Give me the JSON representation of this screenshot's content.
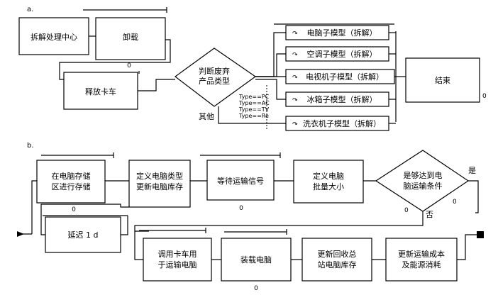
{
  "panel_a": {
    "label": "a.",
    "disassembly_center": "拆解处理中心",
    "unload": "卸载",
    "release_truck": "释放卡车",
    "decide_line1": "判断废弃",
    "decide_line2": "产品类型",
    "type_pc": "Type==PC",
    "type_ac": "Type==AC",
    "type_tv": "Type==TV",
    "type_re": "Type==Re",
    "other": "其他",
    "submodels": [
      "电脑子模型（拆解）",
      "空调子模型（拆解）",
      "电视机子模型（拆解）",
      "冰箱子模型（拆解）",
      "洗衣机子模型（拆解）"
    ],
    "end": "结束",
    "zero_unload": "0",
    "zero_end": "0"
  },
  "panel_b": {
    "label": "b.",
    "store_line1": "在电脑存储",
    "store_line2": "区进行存储",
    "define_type_line1": "定义电脑类型",
    "define_type_line2": "更新电脑库存",
    "wait_signal": "等待运输信号",
    "define_batch_line1": "定义电脑",
    "define_batch_line2": "批量大小",
    "enough_line1": "是够达到电",
    "enough_line2": "脑运输条件",
    "yes": "是",
    "no": "否",
    "delay": "延迟 1 d",
    "call_truck_line1": "调用卡车用",
    "call_truck_line2": "于运输电脑",
    "load": "装载电脑",
    "update_station_line1": "更新回收总",
    "update_station_line2": "站电脑库存",
    "update_cost_line1": "更新运输成本",
    "update_cost_line2": "及能源消耗",
    "zero_store": "0",
    "zero_wait": "0",
    "zero_diamond_left": "0",
    "zero_diamond_right": "0",
    "zero_load": "0"
  }
}
